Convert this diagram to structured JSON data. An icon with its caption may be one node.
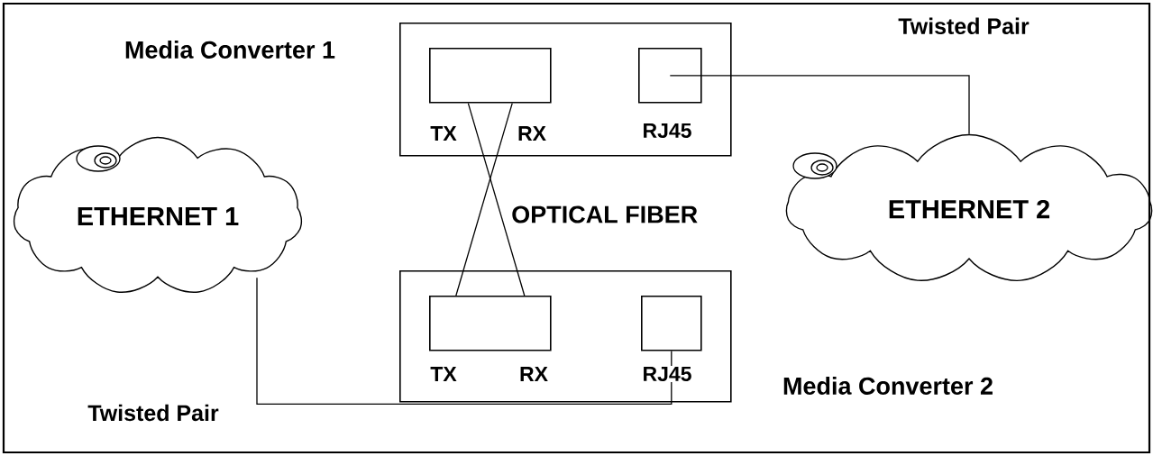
{
  "diagram": {
    "nodes": [
      {
        "text": [
          "Media Converter 1"
        ]
      },
      {
        "text": [],
        "shape": "box",
        "in": 0,
        "beside": [
          "TX",
          "RX"
        ]
      },
      {
        "text": [],
        "shape": "box",
        "in": 0,
        "beside": [
          "RJ45"
        ]
      },
      {
        "text": [
          "ETHERNET 1"
        ]
      },
      {
        "text": [
          "ETHERNET 2"
        ]
      },
      {
        "text": [
          "Media Converter 2"
        ]
      },
      {
        "text": [],
        "shape": "box",
        "in": 5,
        "beside": [
          "TX",
          "RX"
        ]
      },
      {
        "text": [],
        "shape": "box",
        "in": 5,
        "beside": [
          "RJ45"
        ]
      }
    ],
    "edges": [
      {
        "from": 1,
        "to": 6,
        "arrow": "none",
        "label": "OPTICAL FIBER"
      },
      {
        "from": 1,
        "to": 6,
        "arrow": "none"
      },
      {
        "from": 2,
        "to": 4,
        "arrow": "none",
        "label": "Twisted Pair"
      },
      {
        "from": 3,
        "to": 7,
        "arrow": "none",
        "label": "Twisted Pair"
      }
    ]
  }
}
